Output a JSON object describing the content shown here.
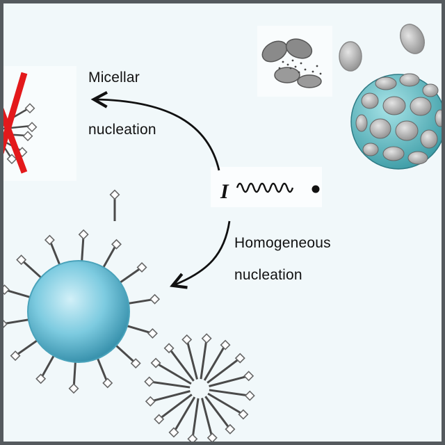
{
  "labels": {
    "micellar": "Micellar",
    "micellar_nucleation": "nucleation",
    "homogeneous": "Homogeneous",
    "homogeneous_nucleation": "nucleation",
    "initiator": "I"
  },
  "colors": {
    "background": "#f1f8fa",
    "frame": "#555a5e",
    "particle": "#5bb8cf",
    "cross": "#e3191b",
    "arrow": "#111111",
    "surfactant_head": "#ffffff",
    "surfactant_tail": "#4a4a4a"
  },
  "icons": {
    "initiator": "initiator-radical-icon",
    "cross": "red-cross-icon",
    "particle": "latex-particle-icon",
    "micelle": "micelle-icon",
    "surfactant": "surfactant-molecule-icon",
    "stabilized_particle": "armored-particle-icon",
    "disc": "stabilizer-disc-icon"
  }
}
